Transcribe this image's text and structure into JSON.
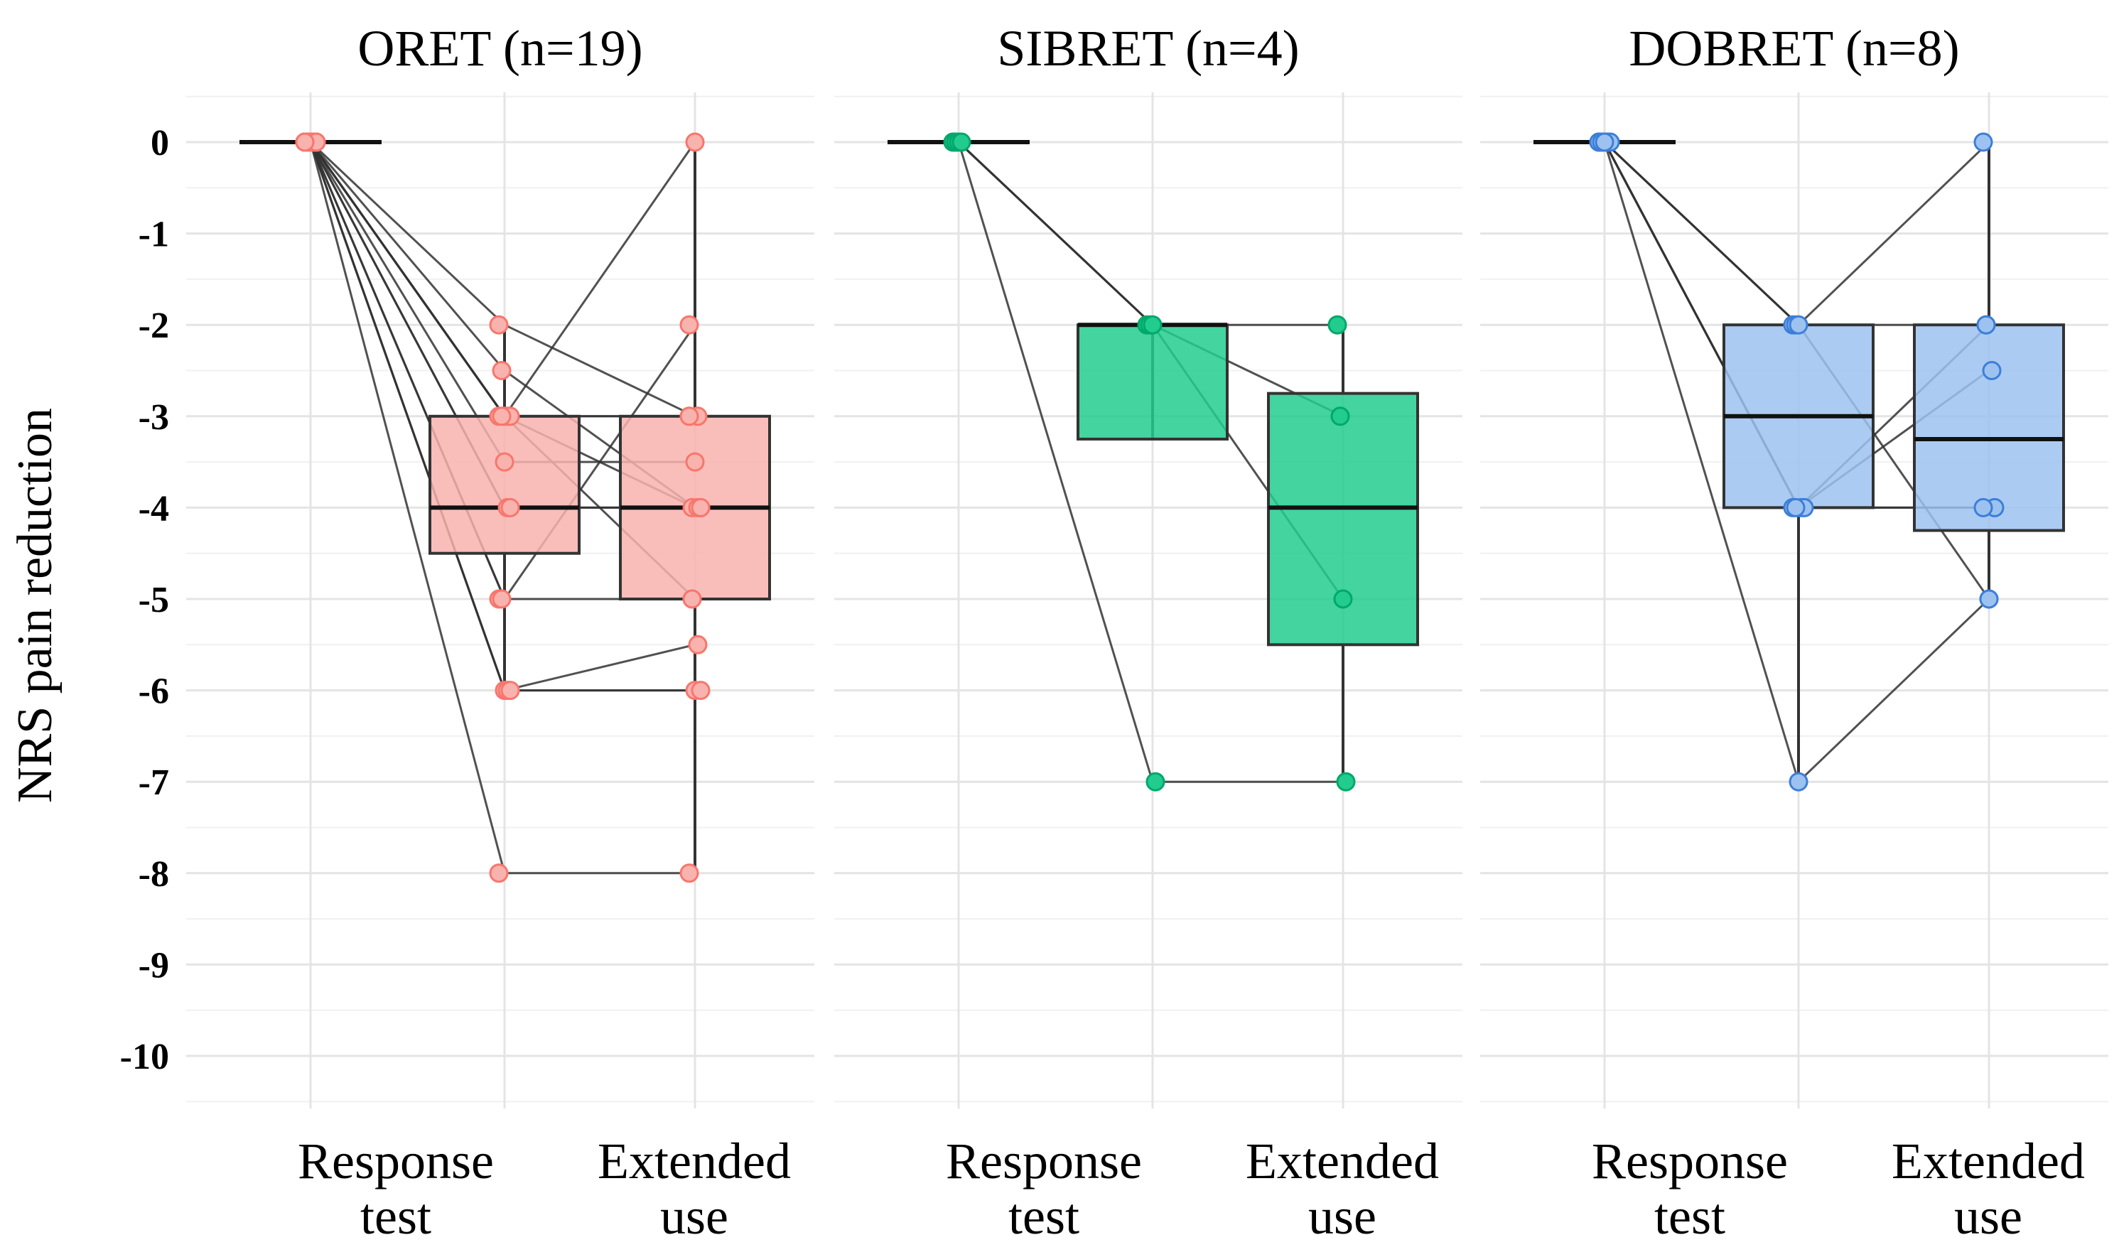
{
  "chart_data": {
    "type": "box",
    "ylabel": "NRS pain reduction",
    "ylim": [
      -10.5,
      0.3
    ],
    "yticks": [
      0,
      -1,
      -2,
      -3,
      -4,
      -5,
      -6,
      -7,
      -8,
      -9,
      -10
    ],
    "ytick_labels": [
      "0",
      "-1",
      "-2",
      "-3",
      "-4",
      "-5",
      "-6",
      "-7",
      "-8",
      "-9",
      "-10"
    ],
    "categories": [
      "Response\ntest",
      "Extended\nuse"
    ],
    "grid": true,
    "panels": [
      {
        "title": "ORET (n=19)",
        "color": "#f8766d",
        "fill": "#f8b3ae",
        "baseline": 0,
        "response_test": {
          "q1": -4.5,
          "median": -4.0,
          "q3": -3.0,
          "whisker_low": -6.0,
          "whisker_high": -2.0
        },
        "extended_use": {
          "q1": -5.0,
          "median": -4.0,
          "q3": -3.0,
          "whisker_low": -8.0,
          "whisker_high": 0.0
        },
        "pairs": [
          [
            -2,
            -3
          ],
          [
            -2.5,
            -4
          ],
          [
            -3,
            0
          ],
          [
            -3,
            -3
          ],
          [
            -3,
            -4
          ],
          [
            -3,
            -3
          ],
          [
            -3,
            -5
          ],
          [
            -3.5,
            -3.5
          ],
          [
            -4,
            -4
          ],
          [
            -4,
            -4
          ],
          [
            -5,
            -2
          ],
          [
            -5,
            -5
          ],
          [
            -6,
            -6
          ],
          [
            -6,
            -5.5
          ],
          [
            -6,
            -6
          ],
          [
            -8,
            -8
          ]
        ]
      },
      {
        "title": "SIBRET (n=4)",
        "color": "#00a86b",
        "fill": "#22cc8e",
        "baseline": 0,
        "response_test": {
          "q1": -3.25,
          "median": -2.0,
          "q3": -2.0,
          "whisker_low": -2.0,
          "whisker_high": -2.0
        },
        "extended_use": {
          "q1": -5.5,
          "median": -4.0,
          "q3": -2.75,
          "whisker_low": -7.0,
          "whisker_high": -2.0
        },
        "pairs": [
          [
            -2,
            -2
          ],
          [
            -2,
            -3
          ],
          [
            -2,
            -5
          ],
          [
            -7,
            -7
          ]
        ]
      },
      {
        "title": "DOBRET (n=8)",
        "color": "#3b7fd9",
        "fill": "#9ec2f0",
        "baseline": 0,
        "response_test": {
          "q1": -4.0,
          "median": -3.0,
          "q3": -2.0,
          "whisker_low": -7.0,
          "whisker_high": -2.0
        },
        "extended_use": {
          "q1": -4.25,
          "median": -3.25,
          "q3": -2.0,
          "whisker_low": -5.0,
          "whisker_high": 0.0
        },
        "pairs": [
          [
            -2,
            0
          ],
          [
            -2,
            -2
          ],
          [
            -2,
            -5
          ],
          [
            -4,
            -2.5
          ],
          [
            -4,
            -4
          ],
          [
            -4,
            -4
          ],
          [
            -4,
            -2
          ],
          [
            -7,
            -5
          ]
        ]
      }
    ]
  }
}
